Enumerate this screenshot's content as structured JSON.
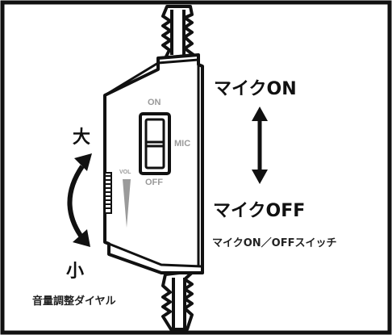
{
  "labels": {
    "mic_on": "マイクON",
    "mic_off": "マイクOFF",
    "switch_caption": "マイクON／OFFスイッチ",
    "vol_large": "大",
    "vol_small": "小",
    "volume_caption": "音量調整ダイヤル"
  },
  "device": {
    "on": "ON",
    "mic": "MIC",
    "off": "OFF",
    "vol": "VOL"
  }
}
